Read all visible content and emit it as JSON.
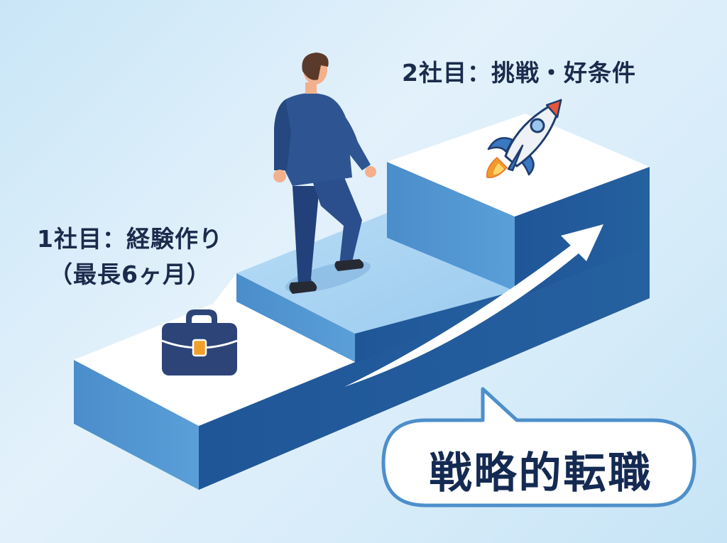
{
  "illustration": {
    "theme": "Strategic career change staircase",
    "colors": {
      "background": "#d7ecf9",
      "step_top_white": "#ffffff",
      "step_mid_top": "#a9d2f1",
      "step_face_light": "#4f93cf",
      "step_face_dark": "#245b9b",
      "text_dark": "#1a2b4c",
      "suit": "#2c4f8a",
      "accent_orange": "#f0a02a",
      "bubble_border": "#4d8fcb"
    }
  },
  "steps": {
    "first_company": {
      "line1": "1社目：経験作り",
      "line2": "（最長6ヶ月）",
      "icon": "briefcase-icon"
    },
    "second_company": {
      "label": "2社目：挑戦・好条件",
      "icon": "rocket-icon"
    }
  },
  "arrow": {
    "icon": "up-right-arrow-icon"
  },
  "callout": {
    "text": "戦略的転職"
  },
  "figure": {
    "description": "businessman-climbing-stairs"
  }
}
